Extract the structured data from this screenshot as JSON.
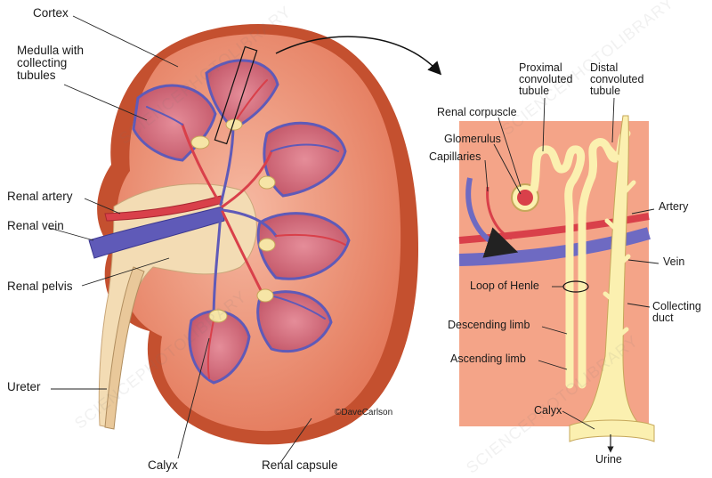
{
  "labels": {
    "cortex": "Cortex",
    "medulla": "Medulla with\ncollecting\ntubules",
    "renal_artery": "Renal artery",
    "renal_vein": "Renal vein",
    "renal_pelvis": "Renal pelvis",
    "ureter": "Ureter",
    "calyx_left": "Calyx",
    "renal_capsule": "Renal capsule",
    "proximal_tubule": "Proximal\nconvoluted\ntubule",
    "distal_tubule": "Distal\nconvoluted\ntubule",
    "renal_corpuscle": "Renal corpuscle",
    "glomerulus": "Glomerulus",
    "capillaries": "Capillaries",
    "artery": "Artery",
    "vein": "Vein",
    "loop_of_henle": "Loop of Henle",
    "collecting_duct": "Collecting\nduct",
    "descending_limb": "Descending limb",
    "ascending_limb": "Ascending limb",
    "calyx_right": "Calyx",
    "urine": "Urine"
  },
  "credit": "©DaveCarlson",
  "watermark": "SCIENCEPHOTOLIBRARY",
  "colors": {
    "cortex": "#e98a6e",
    "capsule": "#c4502f",
    "medulla_pyramid": "#d4677a",
    "vein": "#5f5ab8",
    "artery": "#d9404a",
    "pelvis": "#f3dcb4",
    "panel_bg": "#f4a488",
    "tubule": "#fbf0b0"
  }
}
